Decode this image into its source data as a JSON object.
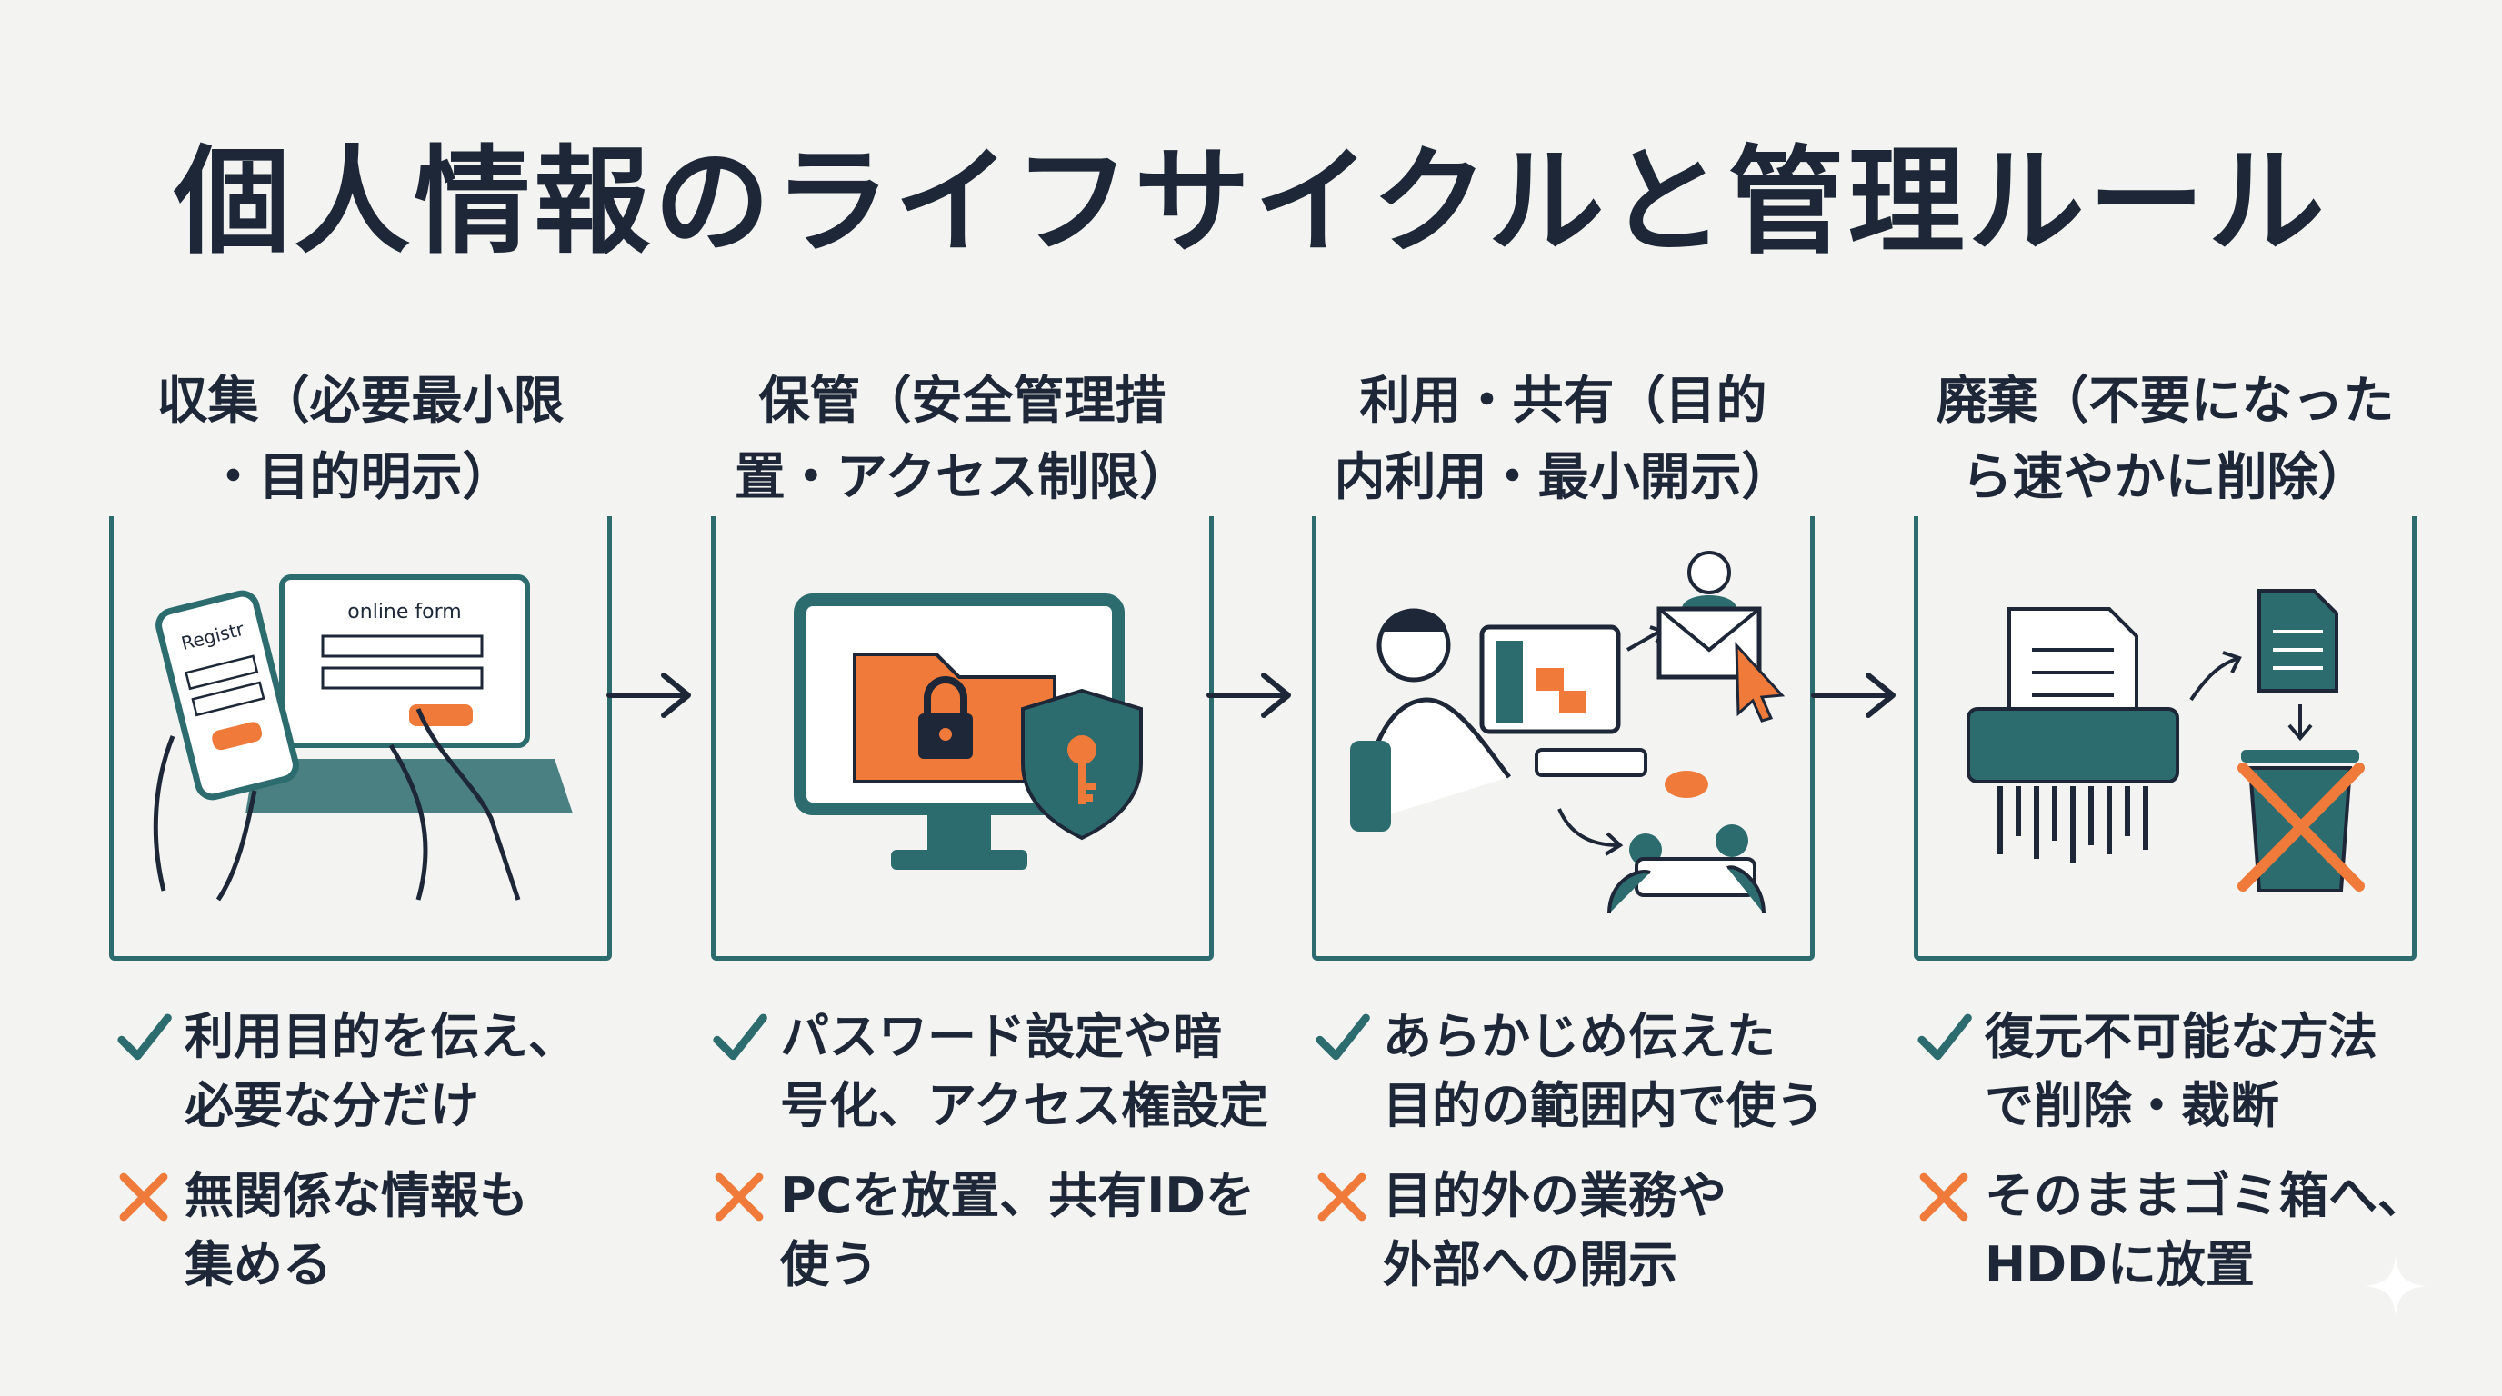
{
  "title": "個人情報のライフサイクルと管理ルール",
  "colors": {
    "teal": "#2c6b6e",
    "orange": "#f07a3a",
    "navy": "#1d2738",
    "background": "#f3f3f1"
  },
  "stages": [
    {
      "title_lines": [
        "収集（必要最小限",
        "・目的明示）"
      ],
      "illustration_labels": {
        "form_title": "online form",
        "phone_label": "Registr"
      },
      "do": [
        "利用目的を伝え、",
        "必要な分だけ"
      ],
      "dont": [
        "無関係な情報も",
        "集める"
      ]
    },
    {
      "title_lines": [
        "保管（安全管理措",
        "置・アクセス制限）"
      ],
      "do": [
        "パスワード設定や暗",
        "号化、アクセス権設定"
      ],
      "dont": [
        "PCを放置、共有IDを",
        "使う"
      ]
    },
    {
      "title_lines": [
        "利用・共有（目的",
        "内利用・最小開示）"
      ],
      "do": [
        "あらかじめ伝えた",
        "目的の範囲内で使う"
      ],
      "dont": [
        "目的外の業務や",
        "外部への開示"
      ]
    },
    {
      "title_lines": [
        "廃棄（不要になった",
        "ら速やかに削除）"
      ],
      "do": [
        "復元不可能な方法",
        "で削除・裁断"
      ],
      "dont": [
        "そのままゴミ箱へ、",
        "HDDに放置"
      ]
    }
  ],
  "icons": {
    "do_mark": "check-icon",
    "dont_mark": "cross-icon",
    "flow_arrow": "arrow-right-icon"
  }
}
